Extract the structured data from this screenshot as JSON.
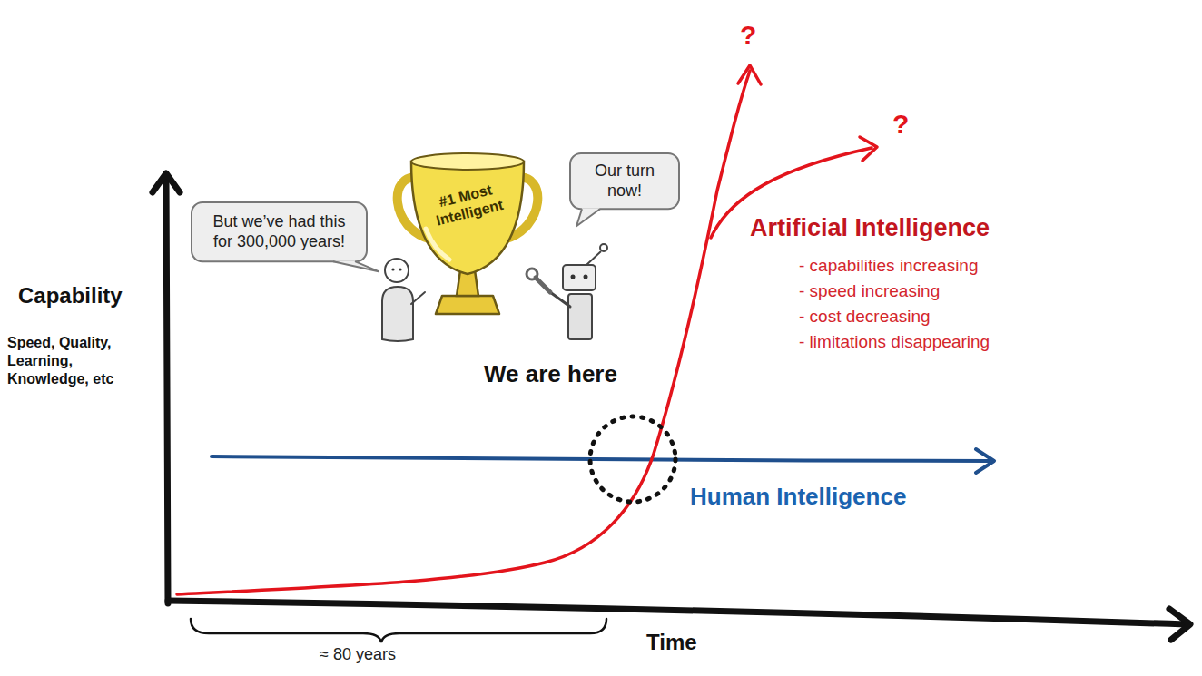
{
  "diagram": {
    "nodes": [
      {
        "text": [
          "But we’ve had this for 300,000 years!"
        ]
      },
      {
        "text": [
          "#1 Most Intelligent"
        ]
      },
      {
        "text": [
          "Our turn now!"
        ]
      }
    ],
    "labels": [
      "?",
      "?",
      "Artificial Intelligence",
      "- capabilities increasing",
      "- speed increasing",
      "- cost decreasing",
      "- limitations disappearing",
      "Capability",
      "Speed, Quality, Learning, Knowledge, etc",
      "We are here",
      "Human Intelligence",
      "Time",
      "≈ 80 years"
    ]
  }
}
